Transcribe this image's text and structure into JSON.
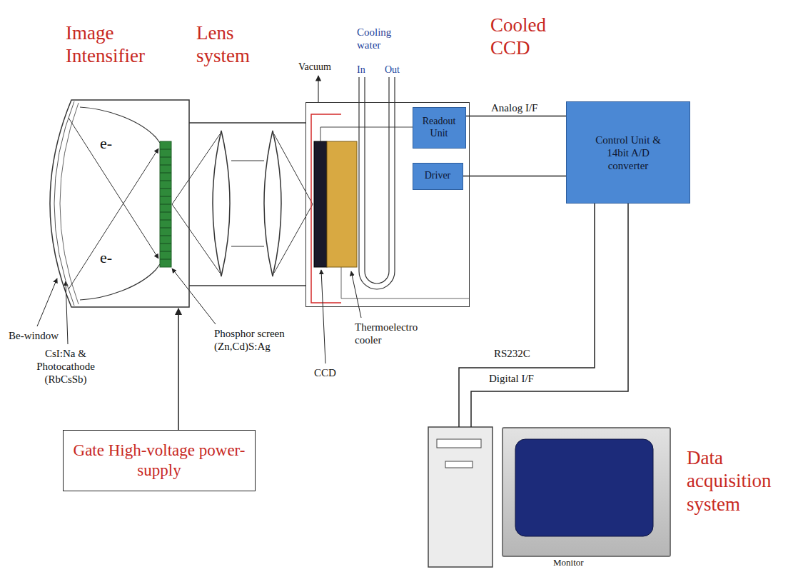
{
  "diagram": {
    "nodes": [
      {
        "text": [
          "Image Intensifier"
        ]
      },
      {
        "text": [
          "Cooled CCD"
        ]
      },
      {
        "text": [
          "Readout Unit"
        ],
        "in": 1
      },
      {
        "text": [
          "Driver"
        ],
        "in": 1
      },
      {
        "text": [
          "Control Unit & 14bit A/D converter"
        ]
      },
      {
        "text": [
          "Gate High-voltage power-supply"
        ]
      },
      {
        "text": [
          "Data acquisition system"
        ]
      },
      {
        "text": [
          "Monitor"
        ],
        "in": 6
      }
    ],
    "edges": [
      {
        "from": 2,
        "to": 4,
        "label": "Analog I/F",
        "arrow": "none"
      },
      {
        "from": 3,
        "to": 4,
        "arrow": "none"
      },
      {
        "from": 4,
        "to": 6,
        "label": "RS232C",
        "arrow": "none"
      },
      {
        "from": 4,
        "to": 6,
        "label": "Digital I/F",
        "arrow": "none"
      },
      {
        "from": 5,
        "to": 0,
        "arrow": "to"
      }
    ],
    "labels": [
      "Lens system",
      "Vacuum",
      "Cooling water",
      "In",
      "Out",
      "e-",
      "e-",
      "Be-window",
      "CsI:Na & Photocathode (RbCsSb)",
      "Phosphor screen (Zn,Cd)S:Ag",
      "CCD",
      "Thermoelectro cooler"
    ]
  }
}
